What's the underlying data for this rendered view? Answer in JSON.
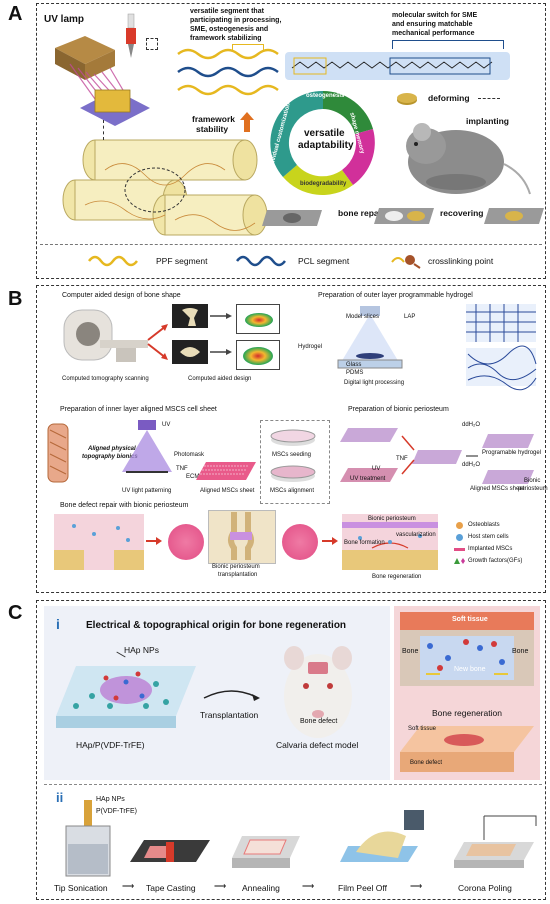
{
  "panels": {
    "a": {
      "letter": "A",
      "uv_lamp": "UV lamp",
      "versatile_segment": "versatile segment that participating in processing, SME, osteogenesis and framework stabilizing",
      "versatile_segment_lines": [
        "versatile segment that",
        "participating in processing,",
        "SME, osteogenesis and",
        "framework stabilizing"
      ],
      "molecular_switch_lines": [
        "molecular switch for SME",
        "and ensuring matchable",
        "mechanical performance"
      ],
      "framework_stability_lines": [
        "framework",
        "stability"
      ],
      "versatile_adaptability_lines": [
        "versatile",
        "adaptability"
      ],
      "ring": {
        "osteogenesis": "osteogenesis",
        "shape_memory": "shape memory",
        "biodegradability": "biodegradability",
        "individual_customization": "individual customization"
      },
      "deforming": "deforming",
      "implanting": "implanting",
      "bone_repairing": "bone repairing",
      "recovering": "recovering",
      "legend": {
        "ppf": "PPF segment",
        "pcl": "PCL segment",
        "crosslink": "crosslinking point"
      },
      "colors": {
        "ppf": "#e6b820",
        "pcl": "#1f4e8c",
        "osteo": "#2f8a3a",
        "shape": "#d1309a",
        "biodeg": "#c8d41c",
        "indiv": "#2e9a8c"
      }
    },
    "b": {
      "letter": "B",
      "computer_aided_title": "Computer aided design of bone shape",
      "outer_layer_title": "Preparation of outer layer programmable hydrogel",
      "ct_scanning": "Computed tomography scanning",
      "computed_aided_design": "Computed aided design",
      "lap": "LAP",
      "model_slices": "Model slices",
      "hydrogel": "Hydrogel",
      "glass": "Glass",
      "pdms": "PDMS",
      "dlp": "Digital light processing",
      "inner_layer_title": "Preparation of inner layer aligned MSCS cell sheet",
      "bionic_periosteum_title": "Preparation of bionic periosteum",
      "aligned_physical_lines": [
        "Aligned physical",
        "topography bionics"
      ],
      "uv": "UV",
      "photomask": "Photomask",
      "tnf": "TNF",
      "ecm": "ECM",
      "uv_light_patterning": "UV light patterning",
      "aligned_mscs_sheet": "Aligned MSCs sheet",
      "mscs_seeding": "MSCs seeding",
      "mscs_alignment": "MSCs alignment",
      "uv_treatment": "UV treatment",
      "ddh2o": "ddH₂O",
      "programable_hydrogel": "Programable hydrogel",
      "aligned_mscs_sheet_2": "Aligned MSCs sheet",
      "biomic_periosteum_lines": [
        "Bionic",
        "periosteum"
      ],
      "bone_defect_repair_title": "Bone defect repair with bionic periosteum",
      "bionic_periosteum_transplantation_lines": [
        "Bionic periosteum",
        "transplantation"
      ],
      "bionic_periosteum_inset": "Bionic periosteum",
      "bone_formation": "Bone formation",
      "vascularization": "vascularization",
      "bone_regeneration": "Bone regeneration",
      "legend": [
        "Osteoblasts",
        "Host stem cells",
        "Implanted MSCs",
        "Growth factors(GFs)"
      ]
    },
    "c": {
      "letter": "C",
      "sub_i": "i",
      "title": "Electrical & topographical origin for bone regeneration",
      "hap_nps": "HAp NPs",
      "transplantation": "Transplantation",
      "bone_defect": "Bone defect",
      "hap_pvdf": "HAp/P(VDF-TrFE)",
      "calvaria_model": "Calvaria defect model",
      "soft_tissue": "Soft tissue",
      "bone_left": "Bone",
      "bone_right": "Bone",
      "new_bone": "New bone",
      "bone_regeneration": "Bone regeneration",
      "soft_tissue_small": "Soft tissue",
      "bone_defect_small": "Bone defect",
      "sub_ii": "ii",
      "hap_nps_2": "HAp NPs",
      "pvdf_trfe": "P(VDF-TrFE)",
      "steps": [
        "Tip Sonication",
        "Tape Casting",
        "Annealing",
        "Film Peel Off",
        "Corona Poling"
      ]
    }
  }
}
